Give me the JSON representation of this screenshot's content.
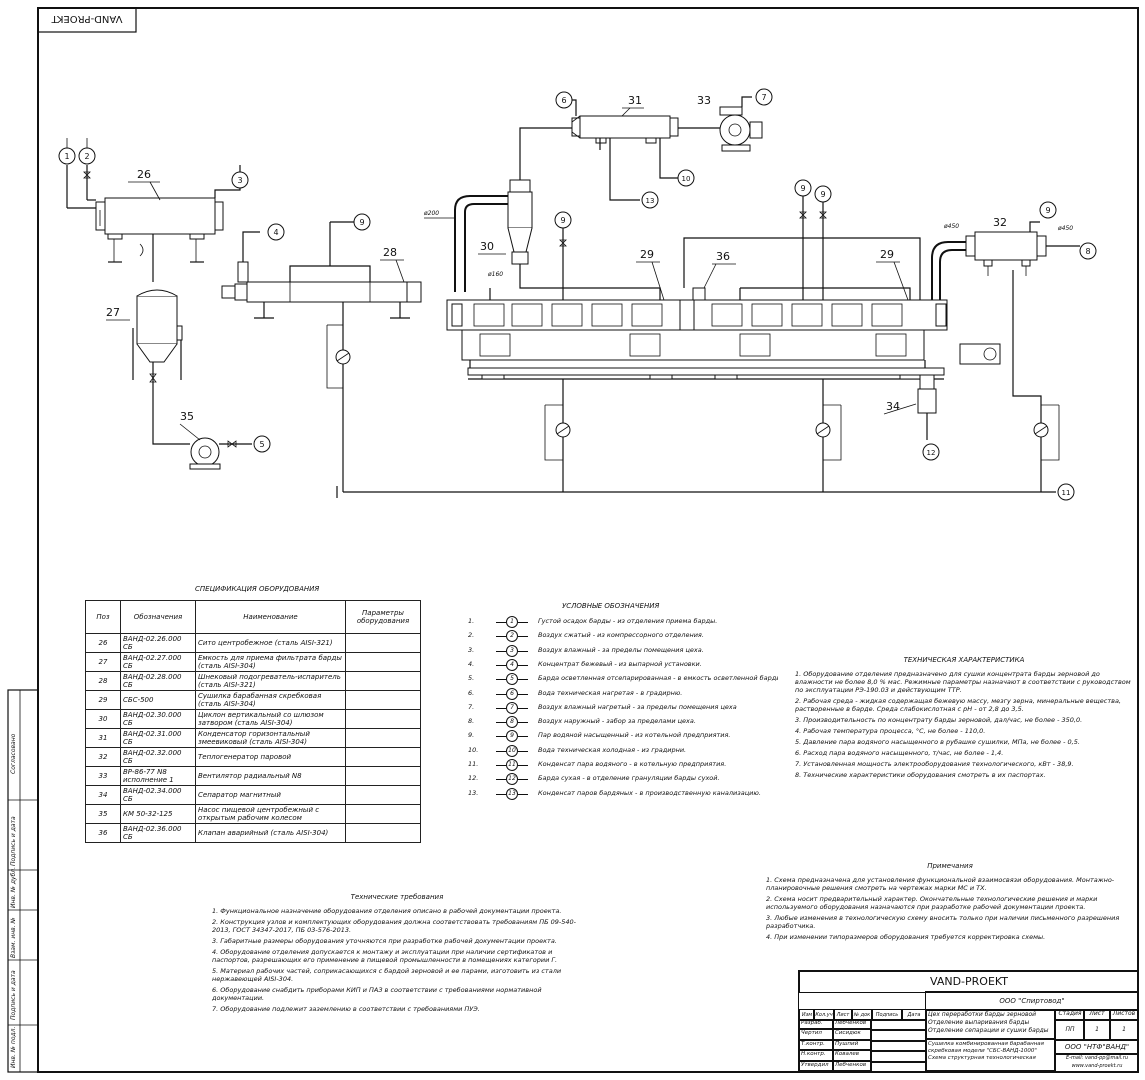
{
  "corner_label": "VAND-PROEKT",
  "diagram": {
    "stream_markers": [
      "1",
      "2",
      "3",
      "4",
      "5",
      "6",
      "7",
      "8",
      "9",
      "10",
      "11",
      "12",
      "13"
    ],
    "equipment_labels": [
      "26",
      "27",
      "28",
      "29",
      "29",
      "30",
      "31",
      "32",
      "33",
      "34",
      "35",
      "36"
    ],
    "pipe_sizes": [
      "ø200",
      "ø160",
      "ø450",
      "ø450"
    ]
  },
  "spec": {
    "title": "СПЕЦИФИКАЦИЯ ОБОРУДОВАНИЯ",
    "headers": [
      "Поз",
      "Обозначения",
      "Наименование",
      "Параметры оборудования"
    ],
    "rows": [
      {
        "pos": "26",
        "code": "ВАНД-02.26.000 СБ",
        "name": "Сито центробежное (сталь AISI-321)",
        "par": ""
      },
      {
        "pos": "27",
        "code": "ВАНД-02.27.000 СБ",
        "name": "Емкость для приема фильтрата барды (сталь AISI-304)",
        "par": ""
      },
      {
        "pos": "28",
        "code": "ВАНД-02.28.000 СБ",
        "name": "Шнековый подогреватель-испаритель (сталь AISI-321)",
        "par": ""
      },
      {
        "pos": "29",
        "code": "СБС-500",
        "name": "Сушилка барабанная скребковая (сталь AISI-304)",
        "par": ""
      },
      {
        "pos": "30",
        "code": "ВАНД-02.30.000 СБ",
        "name": "Циклон вертикальный со шлюзом затвором (сталь AISI-304)",
        "par": ""
      },
      {
        "pos": "31",
        "code": "ВАНД-02.31.000 СБ",
        "name": "Конденсатор горизонтальный змеевиковый (сталь AISI-304)",
        "par": ""
      },
      {
        "pos": "32",
        "code": "ВАНД-02.32.000 СБ",
        "name": "Теплогенератор паровой",
        "par": ""
      },
      {
        "pos": "33",
        "code": "ВР-86-77 N8 исполнение 1",
        "name": "Вентилятор радиальный N8",
        "par": ""
      },
      {
        "pos": "34",
        "code": "ВАНД-02.34.000 СБ",
        "name": "Сепаратор магнитный",
        "par": ""
      },
      {
        "pos": "35",
        "code": "КМ 50-32-125",
        "name": "Насос пищевой центробежный с открытым рабочим колесом",
        "par": ""
      },
      {
        "pos": "36",
        "code": "ВАНД-02.36.000 СБ",
        "name": "Клапан аварийный (сталь AISI-304)",
        "par": ""
      }
    ]
  },
  "legend": {
    "title": "УСЛОВНЫЕ ОБОЗНАЧЕНИЯ",
    "items": [
      {
        "n": "1.",
        "c": "1",
        "d": "Густой осадок барды - из отделения приема барды."
      },
      {
        "n": "2.",
        "c": "2",
        "d": "Воздух сжатый - из компрессорного отделения."
      },
      {
        "n": "3.",
        "c": "3",
        "d": "Воздух влажный - за пределы помещения цеха."
      },
      {
        "n": "4.",
        "c": "4",
        "d": "Концентрат бежевый - из выпарной установки."
      },
      {
        "n": "5.",
        "c": "5",
        "d": "Барда осветленная отсепарированная - в емкость осветленной барды"
      },
      {
        "n": "6.",
        "c": "6",
        "d": "Вода техническая нагретая - в градирню."
      },
      {
        "n": "7.",
        "c": "7",
        "d": "Воздух влажный нагретый - за пределы помещения цеха"
      },
      {
        "n": "8.",
        "c": "8",
        "d": "Воздух наружный - забор за пределами цеха."
      },
      {
        "n": "9.",
        "c": "9",
        "d": "Пар водяной насыщенный - из котельной предприятия."
      },
      {
        "n": "10.",
        "c": "10",
        "d": "Вода техническая холодная - из градирни."
      },
      {
        "n": "11.",
        "c": "11",
        "d": "Конденсат пара водяного - в котельную предприятия."
      },
      {
        "n": "12.",
        "c": "12",
        "d": "Барда сухая - в отделение грануляции барды сухой."
      },
      {
        "n": "13.",
        "c": "13",
        "d": "Конденсат паров бардяных - в производственную канализацию."
      }
    ]
  },
  "tech_char": {
    "title": "ТЕХНИЧЕСКАЯ ХАРАКТЕРИСТИКА",
    "items": [
      "1. Оборудование отделения предназначено для сушки концентрата барды зерновой до влажности не более 8,0 % мас. Режимные параметры назначают в соответствии с руководством по эксплуатации РЭ-190.03 и действующим ТТР.",
      "2. Рабочая среда - жидкая содержащая бежевую массу, мезгу зерна, минеральные вещества, растворенные в барде. Среда слабокислотная с рН - от 2,8 до 3,5.",
      "3. Производительность по концентрату барды зерновой, дал/час, не более - 350,0.",
      "4. Рабочая температура процесса, °С, не более - 110,0.",
      "5. Давление пара водяного насыщенного в рубашке сушилки, МПа, не более - 0,5.",
      "6. Расход пара водяного насыщенного, т/час, не более - 1,4.",
      "7. Установленная мощность электрооборудования технологического, кВт - 38,9.",
      "8. Технические характеристики оборудования смотреть в их паспортах."
    ]
  },
  "notes": {
    "title": "Примечания",
    "items": [
      "1. Схема предназначена для установления функциональной взаимосвязи оборудования. Монтажно-планировочные решения смотреть на чертежах марки МС и ТХ.",
      "2. Схема носит предварительный характер. Окончательные технологические решения и марки используемого оборудования назначаются при разработке рабочей документации проекта.",
      "3. Любые изменения в технологическую схему вносить только при наличии письменного разрешения разработчика.",
      "4. При изменении типоразмеров оборудования требуется корректировка схемы."
    ]
  },
  "requirements": {
    "title": "Технические требования",
    "items": [
      "1. Функциональное назначение оборудования отделения описано в рабочей документации проекта.",
      "2. Конструкция узлов и комплектующих оборудования должна соответствовать требованиям ПБ 09-540-2013, ГОСТ 34347-2017, ПБ 03-576-2013.",
      "3. Габаритные размеры оборудования уточняются при разработке рабочей документации проекта.",
      "4. Оборудование отделения допускается к монтажу и эксплуатации при наличии сертификатов и паспортов, разрешающих его применение в пищевой промышленности в помещениях категории Г.",
      "5. Материал рабочих частей, соприкасающихся с бардой зерновой и ее парами, изготовить из стали нержавеющей AISI-304.",
      "6. Оборудование снабдить приборами КИП и ПАЗ в соответствии с требованиями нормативной документации.",
      "7. Оборудование подлежит заземлению в соответствии с требованиями ПУЭ."
    ]
  },
  "stamp": {
    "org_top": "VAND-PROEKT",
    "customer": "ООО \"Спиртовод\"",
    "project": "Цех переработки барды зерновой Отделение выпаривания барды Отделение сепарации и сушки барды",
    "product": "Сушилка комбинированная барабанная скребковая модели \"СБС-ВАНД-1000\" Схема структурная технологическая",
    "firm": "ООО \"НТФ\"ВАНД\"",
    "email": "E-mail: vand-pp@mail.ru www.vand-proekt.ru",
    "stage_h": "Стадия",
    "sheet_h": "Лист",
    "sheets_h": "Листов",
    "stage": "ПП",
    "sheet": "1",
    "sheets": "1",
    "cols": [
      "Изм",
      "Кол.уч",
      "Лист",
      "№ док",
      "Подпись",
      "Дата"
    ],
    "roles": [
      {
        "role": "Разраб.",
        "name": "Лебченков"
      },
      {
        "role": "Чертил",
        "name": "Сисидюк"
      },
      {
        "role": "Т.контр.",
        "name": "Пушпий"
      },
      {
        "role": "Н.контр.",
        "name": "Ковалев"
      },
      {
        "role": "Утвердил",
        "name": "Лебченков"
      }
    ]
  },
  "sidebar": [
    "Инв. № подл.",
    "Подпись и дата",
    "Взам. инв. №",
    "Инв. № дубл.",
    "Подпись и дата",
    "Согласовано"
  ]
}
